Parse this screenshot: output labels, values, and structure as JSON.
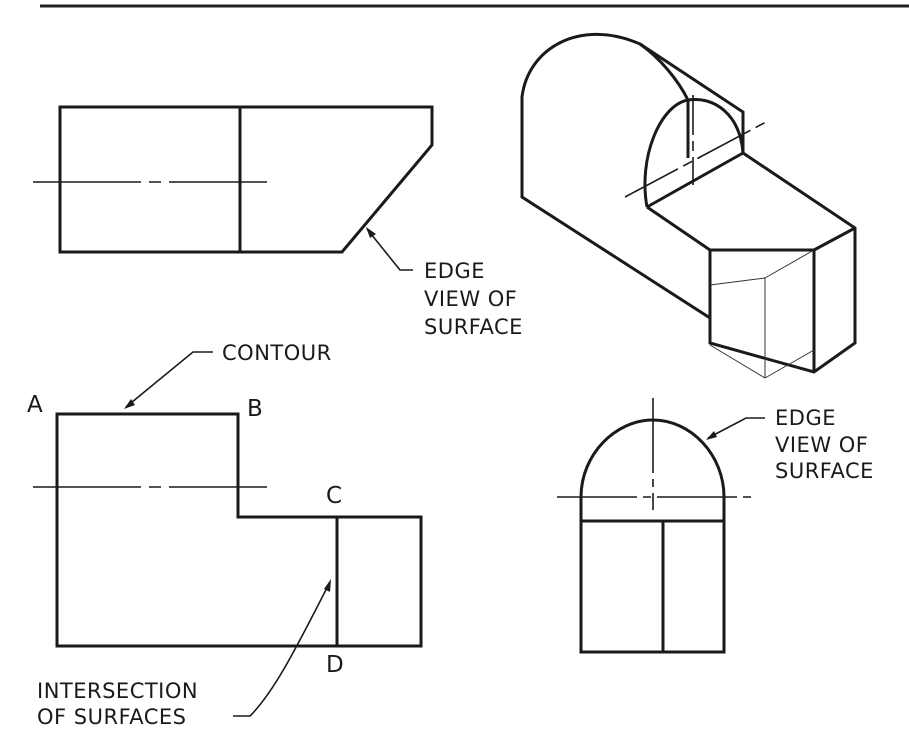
{
  "labels": {
    "edge_view_top": [
      "EDGE",
      "VIEW OF",
      "SURFACE"
    ],
    "edge_view_right": [
      "EDGE",
      "VIEW OF",
      "SURFACE"
    ],
    "contour": "CONTOUR",
    "intersection": [
      "INTERSECTION",
      "OF SURFACES"
    ],
    "points": {
      "a": "A",
      "b": "B",
      "c": "C",
      "d": "D"
    }
  }
}
